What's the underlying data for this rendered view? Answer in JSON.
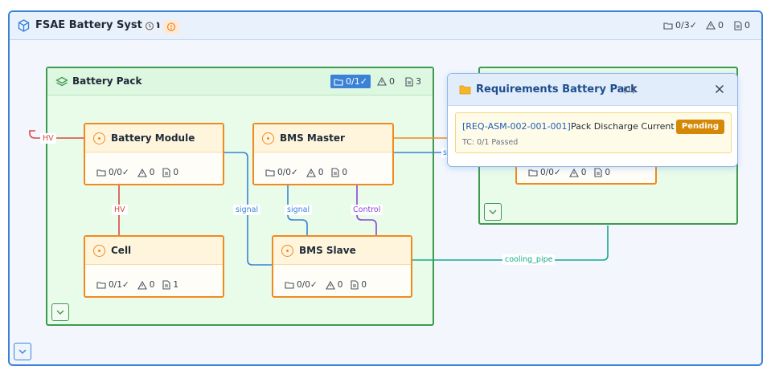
{
  "root": {
    "title": "FSAE Battery System",
    "stats": {
      "files": "0/3✓",
      "warnings": "0",
      "docs": "0"
    }
  },
  "groups": {
    "battery_pack": {
      "title": "Battery Pack",
      "stats": {
        "files": "0/1✓",
        "warnings": "0",
        "docs": "3"
      }
    }
  },
  "nodes": {
    "battery_module": {
      "title": "Battery Module",
      "files": "0/0✓",
      "warnings": "0",
      "docs": "0"
    },
    "bms_master": {
      "title": "BMS Master",
      "files": "0/0✓",
      "warnings": "0",
      "docs": "0"
    },
    "cell": {
      "title": "Cell",
      "files": "0/1✓",
      "warnings": "0",
      "docs": "1"
    },
    "bms_slave": {
      "title": "BMS Slave",
      "files": "0/0✓",
      "warnings": "0",
      "docs": "0"
    },
    "hidden_node": {
      "files": "0/0✓",
      "warnings": "0",
      "docs": "0"
    }
  },
  "edges": {
    "hv_left": "HV",
    "hv_cell": "HV",
    "signal_module_slave": "signal",
    "signal_master_slave": "signal",
    "control": "Control",
    "cooling": "cooling_pipe",
    "signal_cut": "s"
  },
  "popup": {
    "title": "Requirements Battery Pack",
    "count": "(1)",
    "requirement": {
      "id": "[REQ-ASM-002-001-001]",
      "name": "Pack Discharge Current",
      "status": "Pending",
      "tc": "TC: 0/1 Passed"
    }
  },
  "colors": {
    "root_border": "#3b82d6",
    "group_border": "#3f9a4f",
    "node_border": "#f08a1f",
    "hv": "#d94848",
    "signal": "#3b82d6",
    "control": "#8b45d6",
    "cooling": "#17a98c",
    "pending": "#d48806"
  }
}
